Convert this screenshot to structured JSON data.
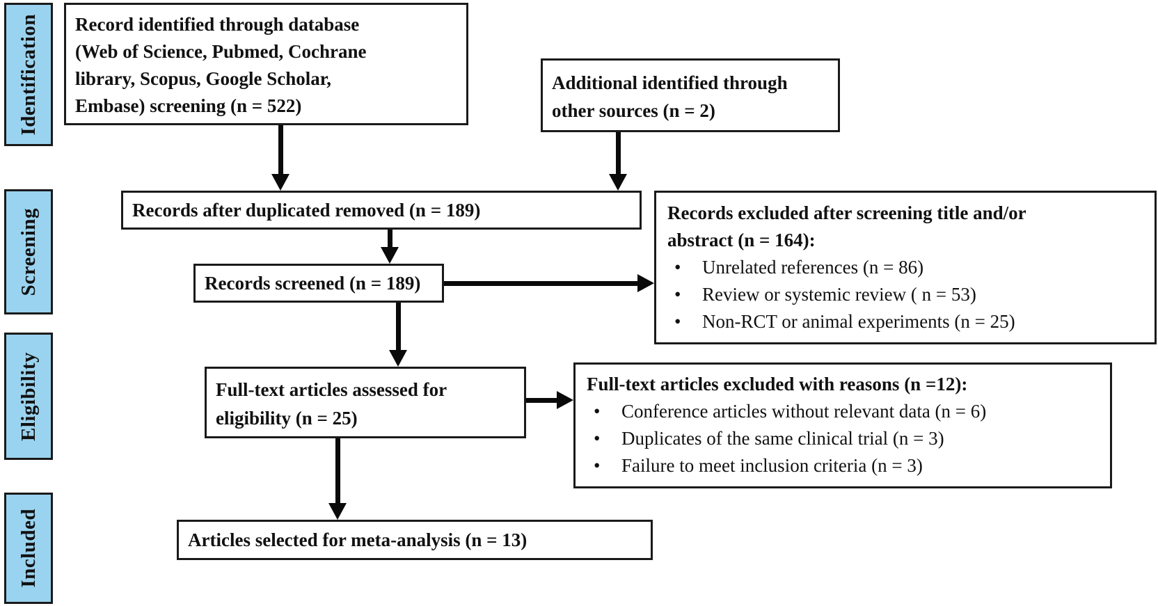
{
  "colors": {
    "stage_fill": "#9ad3ef",
    "border": "#1a1a1a",
    "background": "#ffffff",
    "text": "#111111"
  },
  "stages": [
    {
      "label": "Identification"
    },
    {
      "label": "Screening"
    },
    {
      "label": "Eligibility"
    },
    {
      "label": "Included"
    }
  ],
  "boxes": {
    "database": {
      "text": "Record identified through database (Web of Science, Pubmed, Cochrane library, Scopus, Google Scholar, Embase) screening (n = 522)",
      "lines": [
        "Record identified through database",
        "(Web of Science, Pubmed, Cochrane",
        "library, Scopus, Google Scholar,",
        "Embase) screening (n = 522)"
      ]
    },
    "additional": {
      "text": "Additional identified through other sources (n = 2)",
      "lines": [
        "Additional identified through",
        "other sources (n = 2)"
      ]
    },
    "after_duplicates": {
      "text": "Records after duplicated removed (n = 189)"
    },
    "screened": {
      "text": "Records screened (n = 189)"
    },
    "excluded_screening": {
      "heading_text": "Records excluded after screening title and/or abstract (n = 164):",
      "heading_lines": [
        "Records excluded after screening title and/or",
        "abstract (n = 164):"
      ],
      "items": [
        "Unrelated references (n = 86)",
        "Review or systemic review ( n = 53)",
        "Non-RCT or animal experiments (n = 25)"
      ]
    },
    "fulltext_assessed": {
      "text": "Full-text articles assessed for eligibility (n = 25)",
      "lines": [
        "Full-text articles assessed for",
        "eligibility (n = 25)"
      ]
    },
    "fulltext_excluded": {
      "heading_text": "Full-text articles excluded with reasons (n =12):",
      "items": [
        "Conference articles without relevant data (n = 6)",
        "Duplicates of the same clinical trial (n = 3)",
        "Failure to meet inclusion criteria (n = 3)"
      ]
    },
    "selected": {
      "text": "Articles selected for meta-analysis (n = 13)"
    }
  }
}
